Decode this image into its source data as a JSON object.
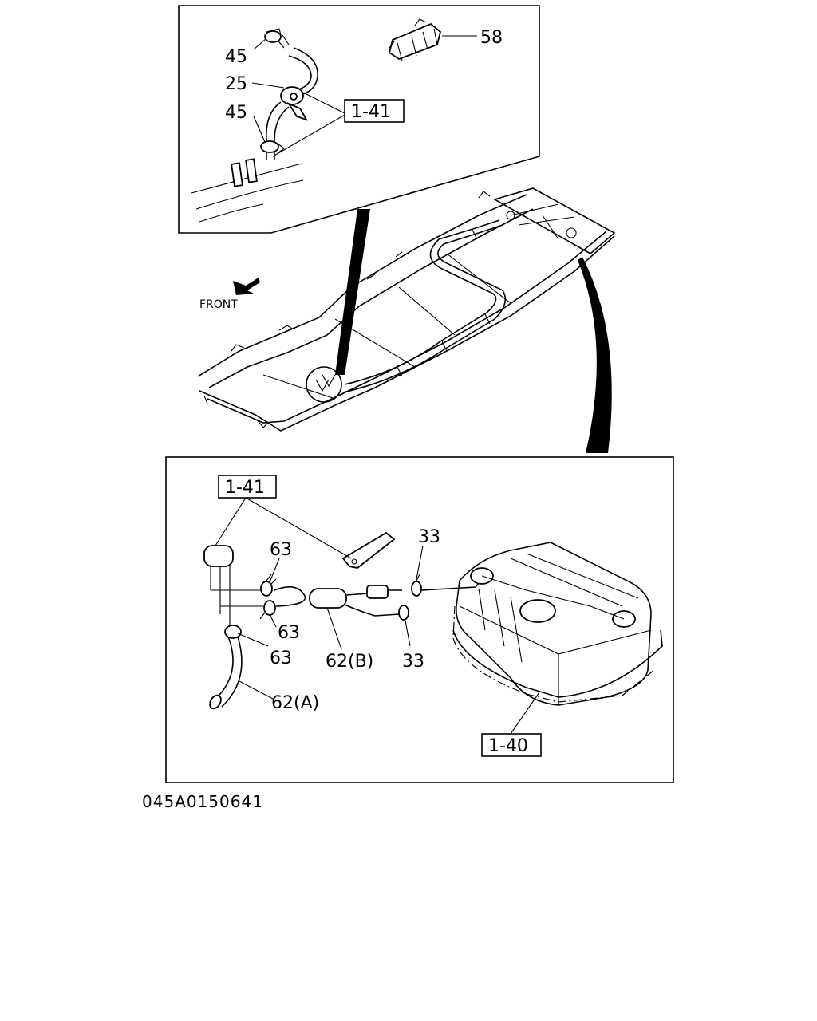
{
  "direction_label": "FRONT",
  "drawing_code": "045A0150641",
  "top_inset": {
    "callouts": {
      "c45a": "45",
      "c25": "25",
      "c45b": "45",
      "c58": "58"
    },
    "ref_box": "1-41"
  },
  "bottom_inset": {
    "callouts": {
      "c63a": "63",
      "c63b": "63",
      "c63c": "63",
      "c62b": "62(B)",
      "c62a": "62(A)",
      "c33a": "33",
      "c33b": "33"
    },
    "ref_box_pipe": "1-41",
    "ref_box_tank": "1-40"
  }
}
